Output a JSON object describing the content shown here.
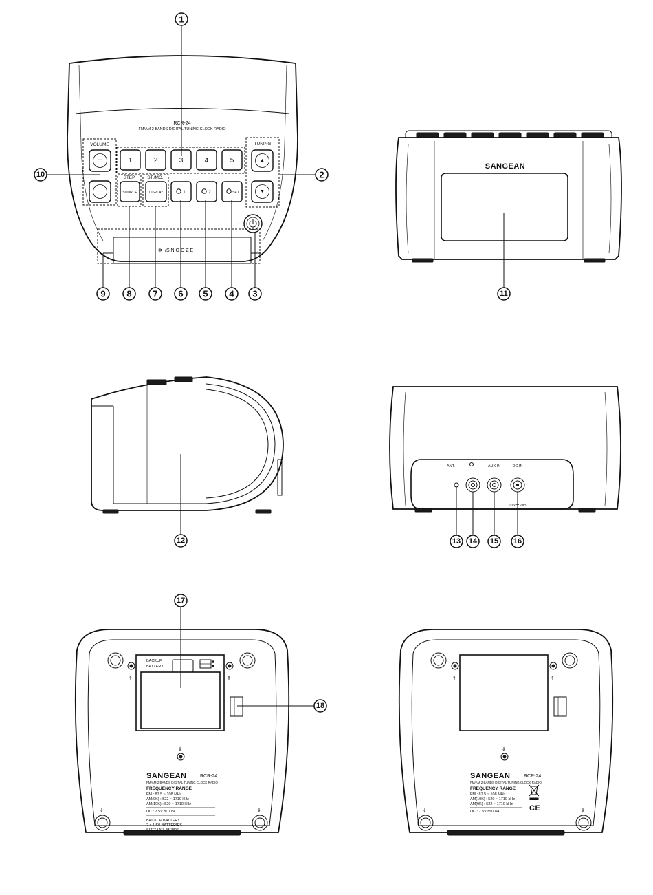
{
  "callouts": [
    "1",
    "2",
    "3",
    "4",
    "5",
    "6",
    "7",
    "8",
    "9",
    "10",
    "11",
    "12",
    "13",
    "14",
    "15",
    "16",
    "17",
    "18"
  ],
  "front": {
    "model": "RCR-24",
    "subtitle": "FM/AM 2 BANDS DIGITAL TUNING CLOCK RADIO",
    "volume_label": "VOLUME",
    "volume_up": "+",
    "volume_down": "−",
    "tuning_label": "TUNING",
    "tuning_up": "▲",
    "tuning_down": "▼",
    "presets": [
      "1",
      "2",
      "3",
      "4",
      "5"
    ],
    "step_label": "STEP",
    "st_mo_label": "ST./MO.",
    "source_label": "SOURCE",
    "display_label": "DISPLAY",
    "alarm1_label": "1",
    "alarm2_label": "2",
    "set_label": "SET",
    "snooze_label": "/S N O O Z E"
  },
  "top_view": {
    "brand": "SANGEAN"
  },
  "back": {
    "ant_label": "ANT.",
    "aux_label": "AUX IN",
    "dc_label": "DC IN",
    "dc_rating": "7.5V ⎓ 0.8A"
  },
  "bottom_left": {
    "backup_label_1": "BACKUP",
    "backup_label_2": "BATTERY",
    "brand": "SANGEAN",
    "model": "RCR-24",
    "subtitle": "FM/AM 2 BANDS DIGITAL TUNING CLOCK RADIO",
    "freq_title": "FREQUENCY RANGE",
    "fm": "FM : 87.5 ~ 108 MHz",
    "am9": "AM(9K) : 522 ~ 1710 kHz",
    "am10": "AM(10K) : 520 ~ 1710 kHz",
    "dc": "DC : 7.5V ⎓ 0.8A",
    "batt1": "BACKUP BATTERY",
    "batt2": "2 x 1.5V BATTERIES",
    "batt3": "SIZE\"AA\"/UM-3/R6"
  },
  "bottom_right": {
    "brand": "SANGEAN",
    "model": "RCR-24",
    "subtitle": "FM/AM 2 BANDS DIGITAL TUNING CLOCK RADIO",
    "freq_title": "FREQUENCY RANGE",
    "fm": "FM : 87.5 ~ 108 MHz",
    "am10": "AM(10K) : 520 ~ 1710 kHz",
    "am9": "AM(9K) : 522 ~ 1710 kHz",
    "dc": "DC : 7.5V ⎓ 0.8A",
    "ce": "CE"
  }
}
